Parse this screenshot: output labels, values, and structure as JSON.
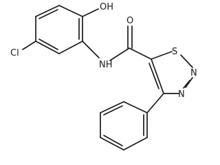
{
  "molecule": {
    "atoms": {
      "hydroxyl": "OH",
      "chlorine": "Cl",
      "amide_nh": "NH",
      "carbonyl_o": "O",
      "thiadiazole_s": "S",
      "thiadiazole_n1": "N",
      "thiadiazole_n2": "N"
    }
  },
  "colors": {
    "bond": "#1a1a1a",
    "text": "#1a1a1a",
    "background": "#ffffff"
  }
}
